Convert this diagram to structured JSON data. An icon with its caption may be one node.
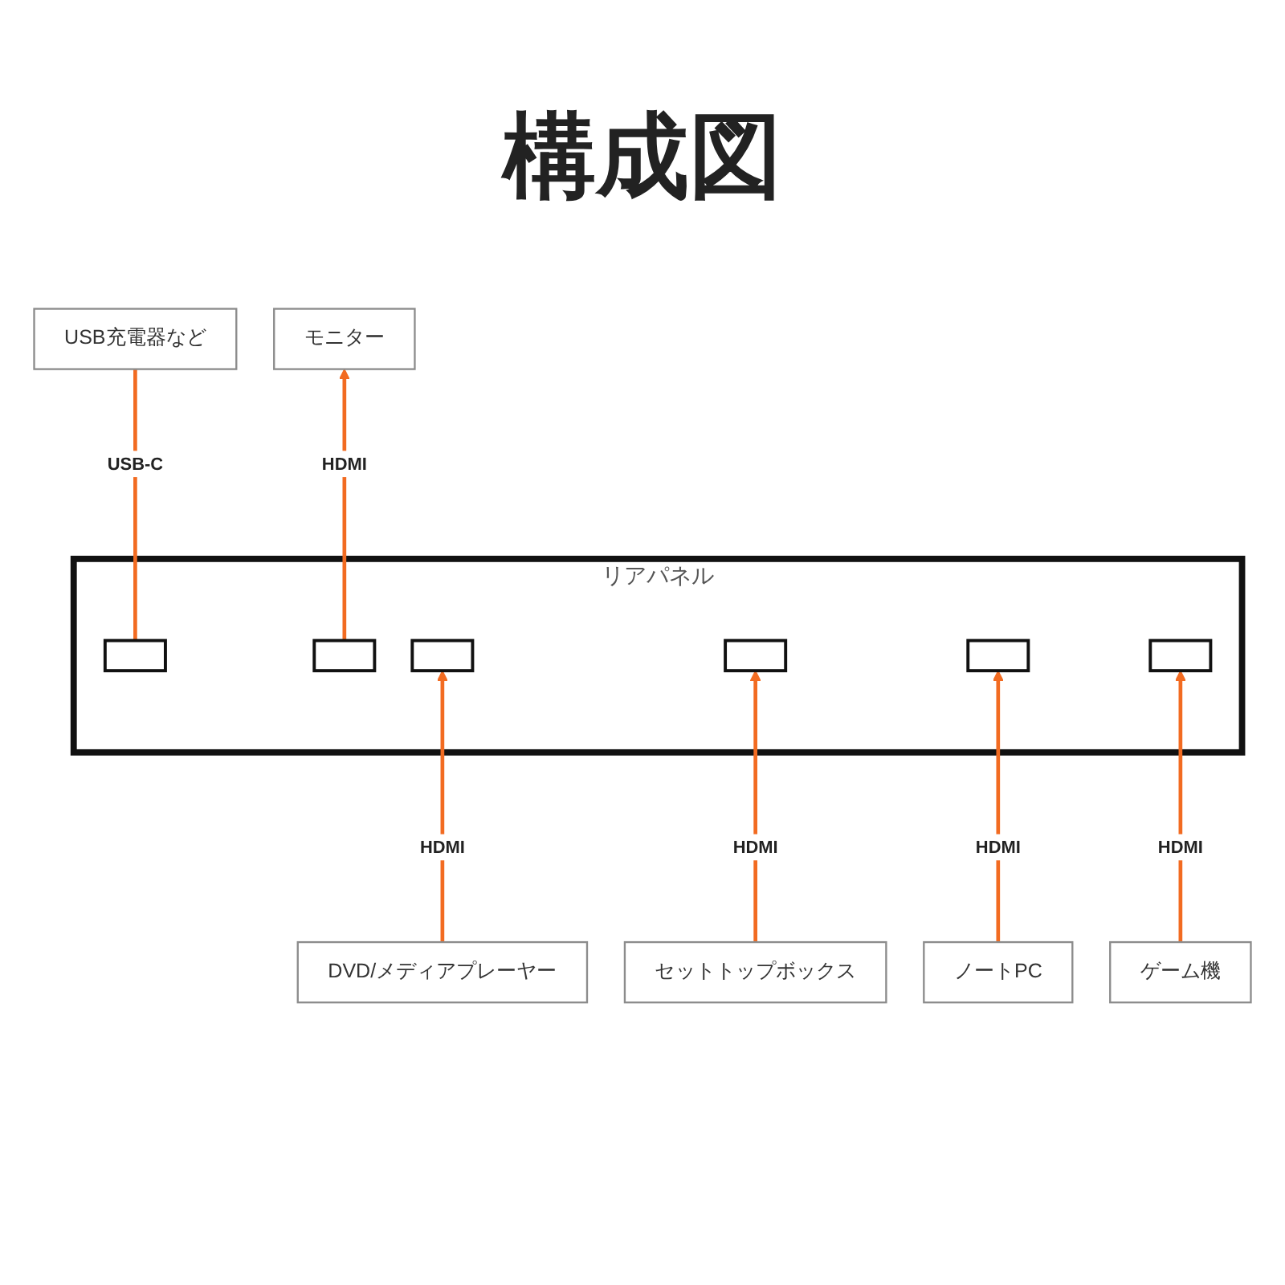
{
  "diagram": {
    "title": "構成図",
    "nodes": [
      {
        "text": [
          "USB充電器など"
        ]
      },
      {
        "text": [
          "モニター"
        ]
      },
      {
        "text": [
          "リアパネル"
        ]
      },
      {
        "text": [],
        "shape": "box",
        "in": 2
      },
      {
        "text": [],
        "shape": "box",
        "in": 2
      },
      {
        "text": [],
        "shape": "box",
        "in": 2
      },
      {
        "text": [],
        "shape": "box",
        "in": 2
      },
      {
        "text": [],
        "shape": "box",
        "in": 2
      },
      {
        "text": [],
        "shape": "box",
        "in": 2
      },
      {
        "text": [
          "DVD/メディアプレーヤー"
        ]
      },
      {
        "text": [
          "セットトップボックス"
        ]
      },
      {
        "text": [
          "ノートPC"
        ]
      },
      {
        "text": [
          "ゲーム機"
        ]
      }
    ],
    "edges": [
      {
        "from": 0,
        "to": 3,
        "label": "USB-C",
        "arrow": "none"
      },
      {
        "from": 4,
        "to": 1,
        "label": "HDMI",
        "arrow": "to"
      },
      {
        "from": 9,
        "to": 5,
        "label": "HDMI",
        "arrow": "to"
      },
      {
        "from": 10,
        "to": 6,
        "label": "HDMI",
        "arrow": "to"
      },
      {
        "from": 11,
        "to": 7,
        "label": "HDMI",
        "arrow": "to"
      },
      {
        "from": 12,
        "to": 8,
        "label": "HDMI",
        "arrow": "to"
      }
    ]
  }
}
